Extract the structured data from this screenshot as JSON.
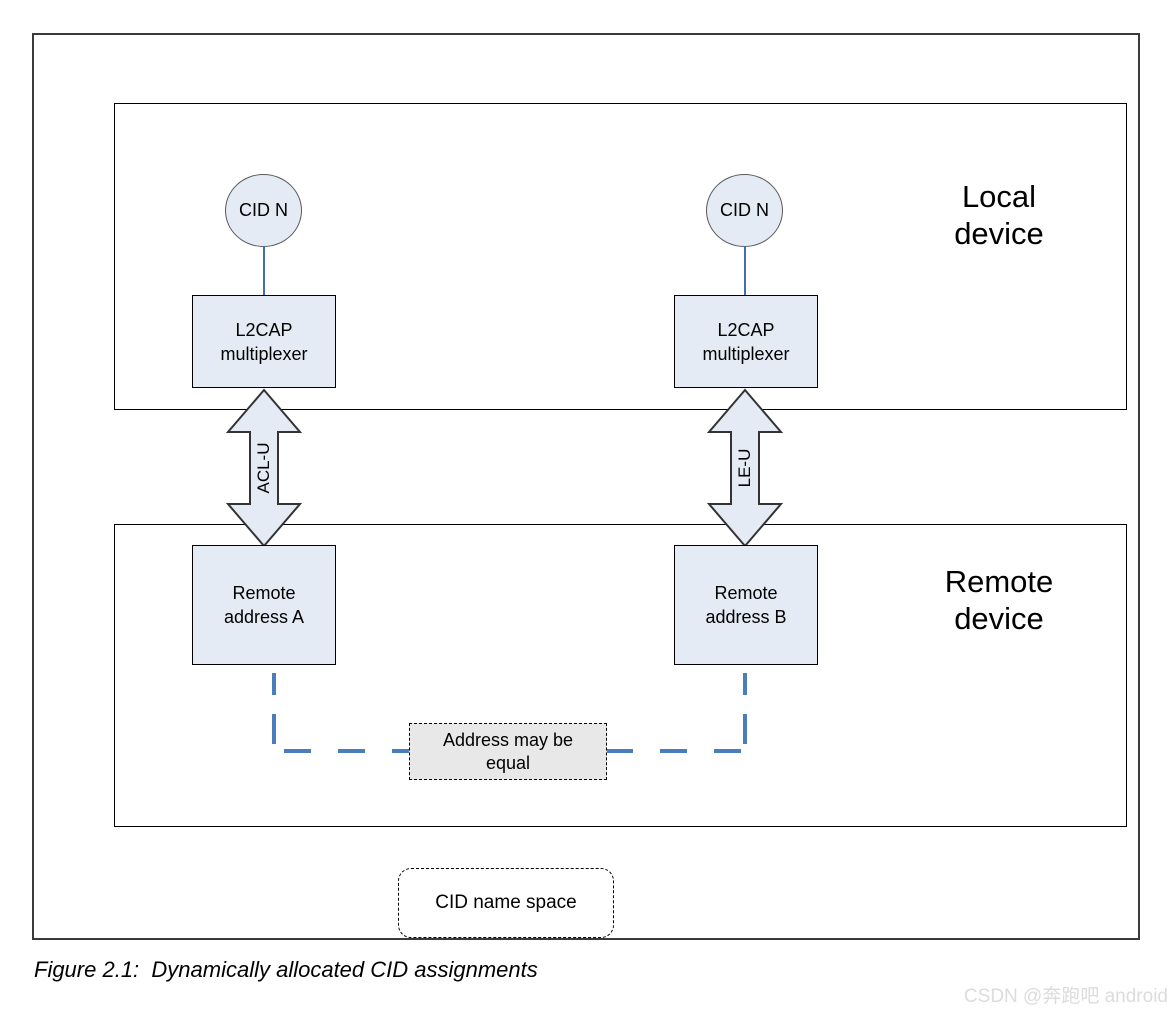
{
  "figure": {
    "caption": "Figure 2.1:  Dynamically allocated CID assignments",
    "watermark": "CSDN @奔跑吧 android"
  },
  "colors": {
    "box_fill": "#e4ebf5",
    "box_stroke": "#000000",
    "connector_blue": "#4a7ebb",
    "note_fill": "#e8e8e8",
    "frame_stroke": "#3a3a3a",
    "watermark": "#dcdcdc"
  },
  "local": {
    "label": "Local\ndevice",
    "channels": [
      {
        "cid_label": "CID\nN",
        "multiplexer_label": "L2CAP\nmultiplexer",
        "transport_label": "ACL-U"
      },
      {
        "cid_label": "CID\nN",
        "multiplexer_label": "L2CAP\nmultiplexer",
        "transport_label": "LE-U"
      }
    ]
  },
  "remote": {
    "label": "Remote\ndevice",
    "addresses": [
      {
        "label": "Remote\naddress A"
      },
      {
        "label": "Remote\naddress B"
      }
    ],
    "equality_note": "Address may be\nequal"
  },
  "namespace": {
    "label": "CID name space"
  }
}
